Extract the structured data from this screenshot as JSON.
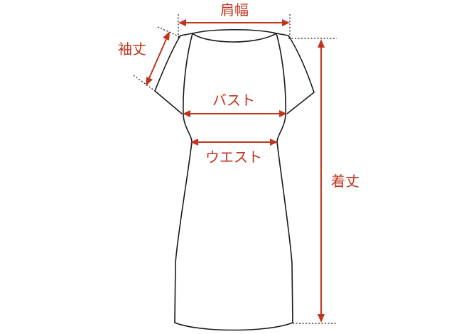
{
  "labels": {
    "shoulder_width": "肩幅",
    "sleeve_length": "袖丈",
    "bust": "バスト",
    "waist": "ウエスト",
    "total_length": "着丈"
  },
  "colors": {
    "measurement": "#c0341d",
    "outline": "#1a1a1a",
    "background": "#ffffff"
  }
}
